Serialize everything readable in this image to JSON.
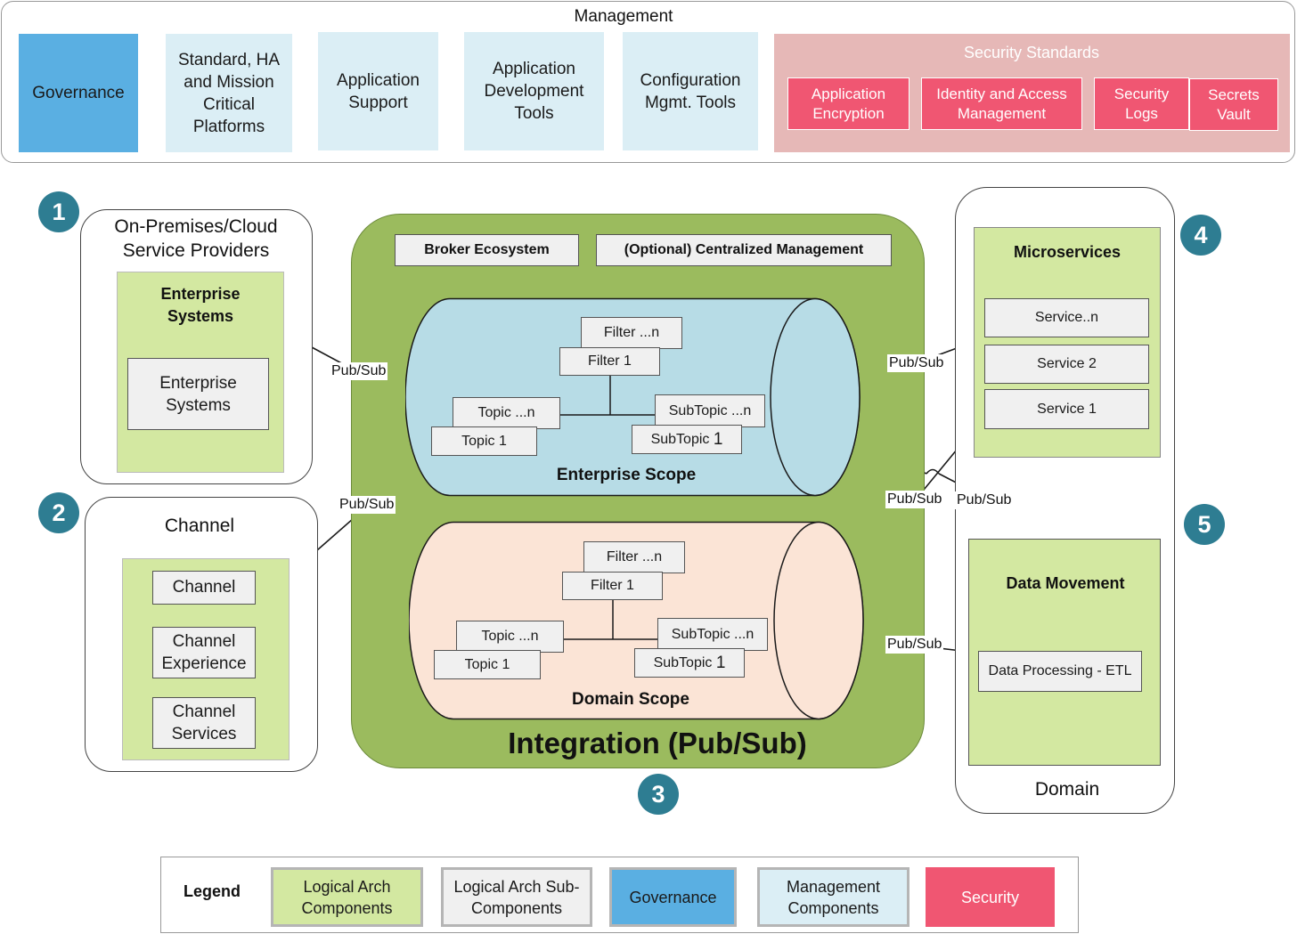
{
  "management": {
    "title": "Management",
    "governance": "Governance",
    "boxes": [
      "Standard, HA and Mission Critical Platforms",
      "Application Support",
      "Application Development Tools",
      "Configuration Mgmt. Tools"
    ],
    "security": {
      "title": "Security Standards",
      "items": [
        "Application Encryption",
        "Identity and Access Management",
        "Security Logs",
        "Secrets Vault"
      ]
    }
  },
  "badges": [
    "1",
    "2",
    "3",
    "4",
    "5"
  ],
  "providers": {
    "title": "On-Premises/Cloud Service Providers",
    "group_title": "Enterprise Systems",
    "item": "Enterprise Systems"
  },
  "channel": {
    "title": "Channel",
    "items": [
      "Channel",
      "Channel Experience",
      "Channel Services"
    ]
  },
  "integration": {
    "title": "Integration (Pub/Sub)",
    "broker": "Broker Ecosystem",
    "central": "(Optional) Centralized Management",
    "enterprise_scope": {
      "label": "Enterprise Scope",
      "filter_n": "Filter ...n",
      "filter_1": "Filter 1",
      "topic_n": "Topic ...n",
      "topic_1": "Topic 1",
      "subtopic_n": "SubTopic ...n",
      "subtopic_1_text": "SubTopic ",
      "subtopic_1_num": "1"
    },
    "domain_scope": {
      "label": "Domain Scope",
      "filter_n": "Filter ...n",
      "filter_1": "Filter 1",
      "topic_n": "Topic ...n",
      "topic_1": "Topic 1",
      "subtopic_n": "SubTopic ...n",
      "subtopic_1_text": "SubTopic ",
      "subtopic_1_num": "1"
    }
  },
  "domain": {
    "title": "Domain",
    "microservices": {
      "title": "Microservices",
      "items": [
        "Service..n",
        "Service 2",
        "Service 1"
      ]
    },
    "data_movement": {
      "title": "Data Movement",
      "item": "Data Processing - ETL"
    }
  },
  "connector_label": "Pub/Sub",
  "legend": {
    "title": "Legend",
    "items": [
      "Logical Arch Components",
      "Logical Arch Sub-Components",
      "Governance",
      "Management Components",
      "Security"
    ]
  },
  "colors": {
    "logical_arch": "#d3e8a1",
    "sub_component": "#f0f0f0",
    "governance": "#5aafe2",
    "management": "#dbeef5",
    "security": "#f05672",
    "integration_green": "#9bbb5e",
    "enterprise_cylinder": "#b7dce6",
    "domain_cylinder": "#fbe4d6",
    "badge": "#2e7d92"
  }
}
